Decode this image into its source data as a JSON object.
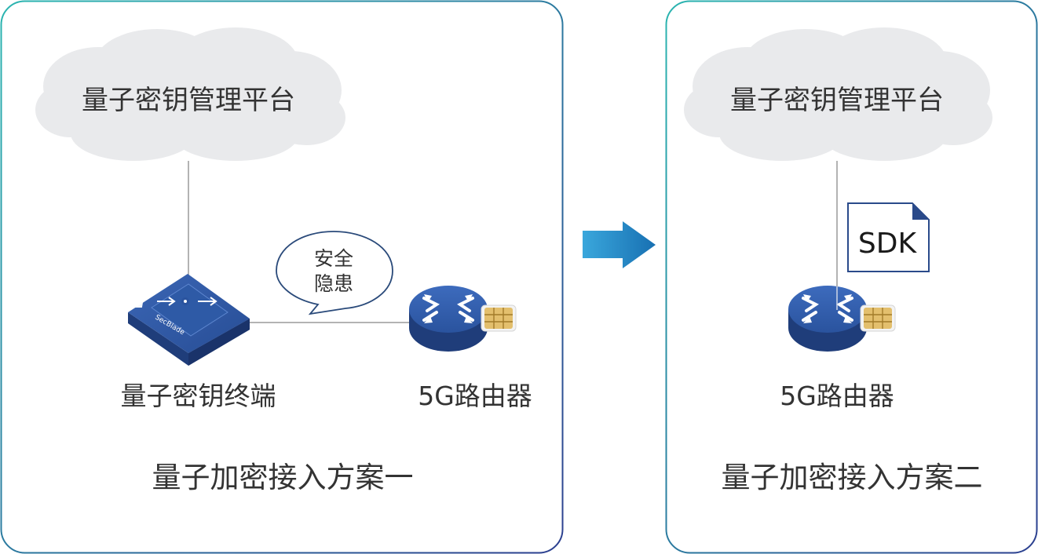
{
  "left_panel": {
    "cloud_label": "量子密钥管理平台",
    "terminal_label": "量子密钥终端",
    "terminal_badge": "SecBlade",
    "router_label": "5G路由器",
    "bubble_line1": "安全",
    "bubble_line2": "隐患",
    "title": "量子加密接入方案一"
  },
  "right_panel": {
    "cloud_label": "量子密钥管理平台",
    "sdk_label": "SDK",
    "router_label": "5G路由器",
    "title": "量子加密接入方案二"
  },
  "colors": {
    "panel_border_start": "#2bb5b0",
    "panel_border_end": "#2c3f8f",
    "cloud_fill": "#e9eaec",
    "device_blue": "#2f5aa8",
    "device_dark": "#1f3d7a",
    "arrow_blue": "#1e88c8",
    "sim_gold": "#e3bf6d"
  },
  "icons": {
    "arrow": "right-arrow-icon",
    "router": "router-icon",
    "terminal": "secblade-terminal-icon",
    "sim": "sim-card-icon",
    "sdk": "document-icon"
  }
}
